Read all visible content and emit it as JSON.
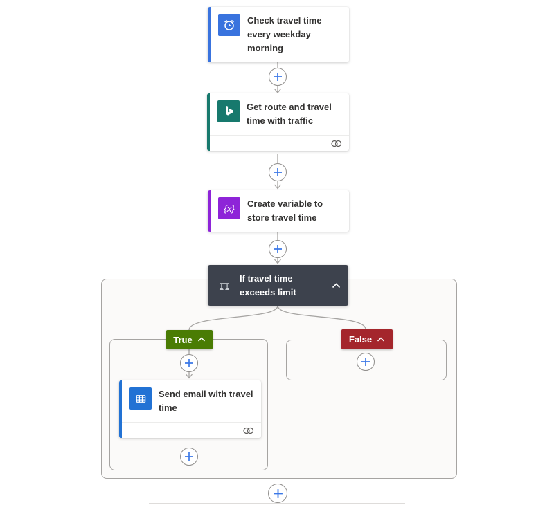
{
  "flow": {
    "trigger": {
      "title": "Check travel time every weekday morning",
      "icon": "recurrence-clock-icon"
    },
    "actions": {
      "get_route": {
        "title": "Get route and travel time with traffic",
        "icon": "bing-maps-icon",
        "footer_icon": "connection-icon"
      },
      "create_variable": {
        "title": "Create variable to store travel time",
        "icon": "variable-icon",
        "icon_text": "{x}"
      },
      "condition": {
        "title": "If travel time exceeds limit",
        "icon": "condition-branch-icon",
        "collapse_icon": "chevron-up-icon"
      },
      "send_email": {
        "title": "Send email with travel time",
        "icon": "outlook-icon",
        "footer_icon": "connection-icon"
      }
    },
    "branches": {
      "true": {
        "label": "True",
        "collapse_icon": "chevron-up-icon"
      },
      "false": {
        "label": "False",
        "collapse_icon": "chevron-up-icon"
      }
    },
    "insert_button_icon": "plus-icon"
  },
  "colors": {
    "trigger_accent": "#3973de",
    "bing_accent": "#17796d",
    "variable_accent": "#8e24d8",
    "outlook_accent": "#2272d4",
    "condition_bg": "#3d424d",
    "true_bg": "#4a7c04",
    "false_bg": "#a4262c",
    "connector": "#a6a4a2",
    "plus_icon": "#3b78e7",
    "scope_border": "#a6a4a2",
    "scope_bg": "#fbfaf9",
    "card_bg": "#ffffff",
    "card_text": "#323130"
  }
}
